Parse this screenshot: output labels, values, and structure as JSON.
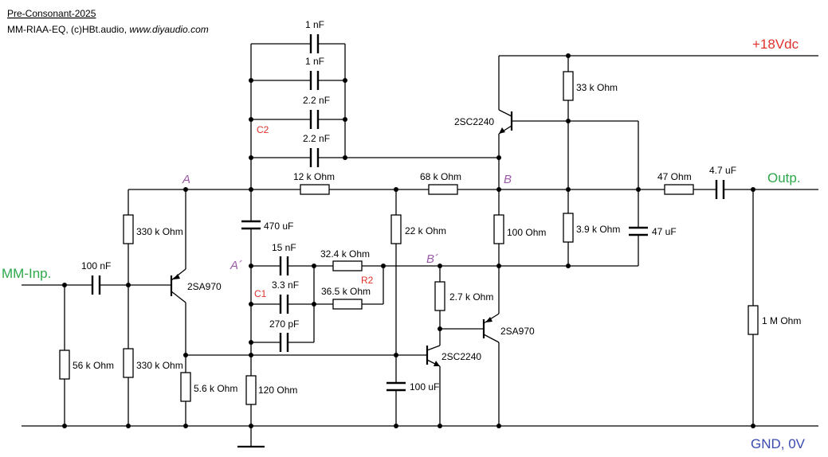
{
  "title": {
    "line1": "Pre-Consonant-2025",
    "line2_prefix": "MM-RIAA-EQ, (c)HBt.audio, ",
    "line2_link": "www.diyaudio.com"
  },
  "rails": {
    "supply": "+18Vdc",
    "ground": "GND, 0V",
    "input": "MM-Inp.",
    "output": "Outp."
  },
  "colors": {
    "supply": "#e0302a",
    "ground": "#3a4ab0",
    "input": "#2ea84a",
    "output": "#2ea84a",
    "node": "#9a5aa8",
    "ref": "#e0302a"
  },
  "components": {
    "c_1n_a": "1 nF",
    "c_1n_b": "1 nF",
    "c_2n2_a": "2.2 nF",
    "c_2n2_b": "2.2 nF",
    "c_100n": "100 nF",
    "c_470u": "470 uF",
    "c_15n": "15 nF",
    "c_3n3": "3.3 nF",
    "c_270p": "270 pF",
    "c_100u": "100 uF",
    "c_47u": "47 uF",
    "c_4u7": "4.7 uF",
    "r_12k": "12 k Ohm",
    "r_68k": "68 k Ohm",
    "r_330k_top": "330 k Ohm",
    "r_330k_bot": "330 k Ohm",
    "r_56k": "56 k Ohm",
    "r_5k6": "5.6 k Ohm",
    "r_120": "120  Ohm",
    "r_32k4": "32.4 k Ohm",
    "r_36k5": "36.5 k Ohm",
    "r_22k": "22 k Ohm",
    "r_2k7": "2.7 k Ohm",
    "r_100": "100  Ohm",
    "r_33k": "33 k Ohm",
    "r_3k9": "3.9 k Ohm",
    "r_47": "47  Ohm",
    "r_1m": "1 M Ohm"
  },
  "transistors": {
    "q1": "2SA970",
    "q2": "2SC2240",
    "q3": "2SA970",
    "q4": "2SC2240"
  },
  "references": {
    "c1": "C1",
    "c2": "C2",
    "r2": "R2"
  },
  "nodes": {
    "a": "A",
    "a_prime": "A´",
    "b": "B",
    "b_prime": "B´"
  }
}
